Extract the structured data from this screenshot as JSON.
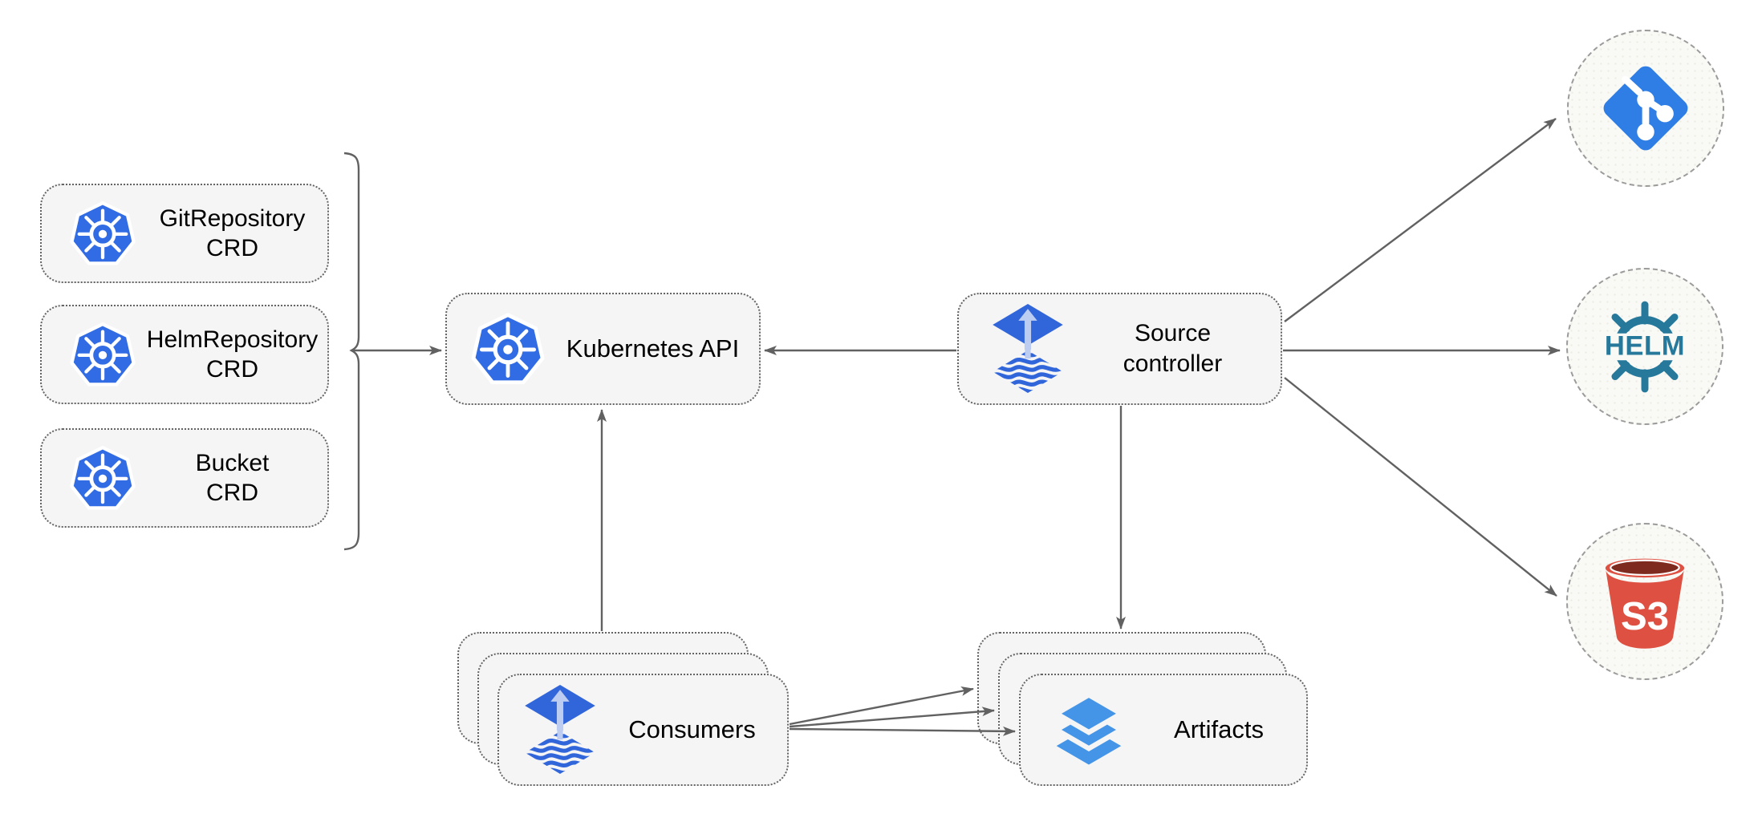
{
  "colors": {
    "background": "#ffffff",
    "node_fill": "#f5f5f5",
    "node_border": "#646464",
    "endpoint_fill": "#f9f9f6",
    "endpoint_border": "#9b9b9b",
    "connector": "#616161",
    "text": "#000000",
    "kubernetes_blue": "#326ce5",
    "flux_blue": "#3166db",
    "flux_arrow_light": "#bdcdf2",
    "git_blue": "#2e7ee5",
    "helm_teal": "#27799b",
    "s3_red": "#de5142",
    "s3_opening_dark": "#7e2a1e",
    "layers_blue": "#4495e8"
  },
  "nodes": {
    "crd_boxes": [
      {
        "label": "GitRepository\nCRD",
        "icon": "kubernetes-icon"
      },
      {
        "label": "HelmRepository\nCRD",
        "icon": "kubernetes-icon"
      },
      {
        "label": "Bucket\nCRD",
        "icon": "kubernetes-icon"
      }
    ],
    "kubernetes_api": {
      "label": "Kubernetes API",
      "icon": "kubernetes-icon"
    },
    "source_controller": {
      "label": "Source\ncontroller",
      "icon": "flux-icon"
    },
    "consumers": {
      "label": "Consumers",
      "icon": "flux-icon",
      "stacked": 3
    },
    "artifacts": {
      "label": "Artifacts",
      "icon": "layers-icon",
      "stacked": 3
    }
  },
  "endpoints": {
    "git": {
      "icon": "git-icon"
    },
    "helm": {
      "icon": "helm-icon",
      "label": "HELM"
    },
    "s3": {
      "icon": "s3-bucket-icon",
      "label": "S3"
    }
  },
  "connectors": [
    {
      "from": "crd-bracket",
      "to": "kubernetes-api"
    },
    {
      "from": "source-controller",
      "to": "kubernetes-api"
    },
    {
      "from": "consumers",
      "to": "kubernetes-api"
    },
    {
      "from": "source-controller",
      "to": "artifacts"
    },
    {
      "from": "source-controller",
      "to": "git"
    },
    {
      "from": "source-controller",
      "to": "helm"
    },
    {
      "from": "source-controller",
      "to": "s3"
    },
    {
      "from": "consumers",
      "to": "artifacts",
      "count": 3
    }
  ]
}
